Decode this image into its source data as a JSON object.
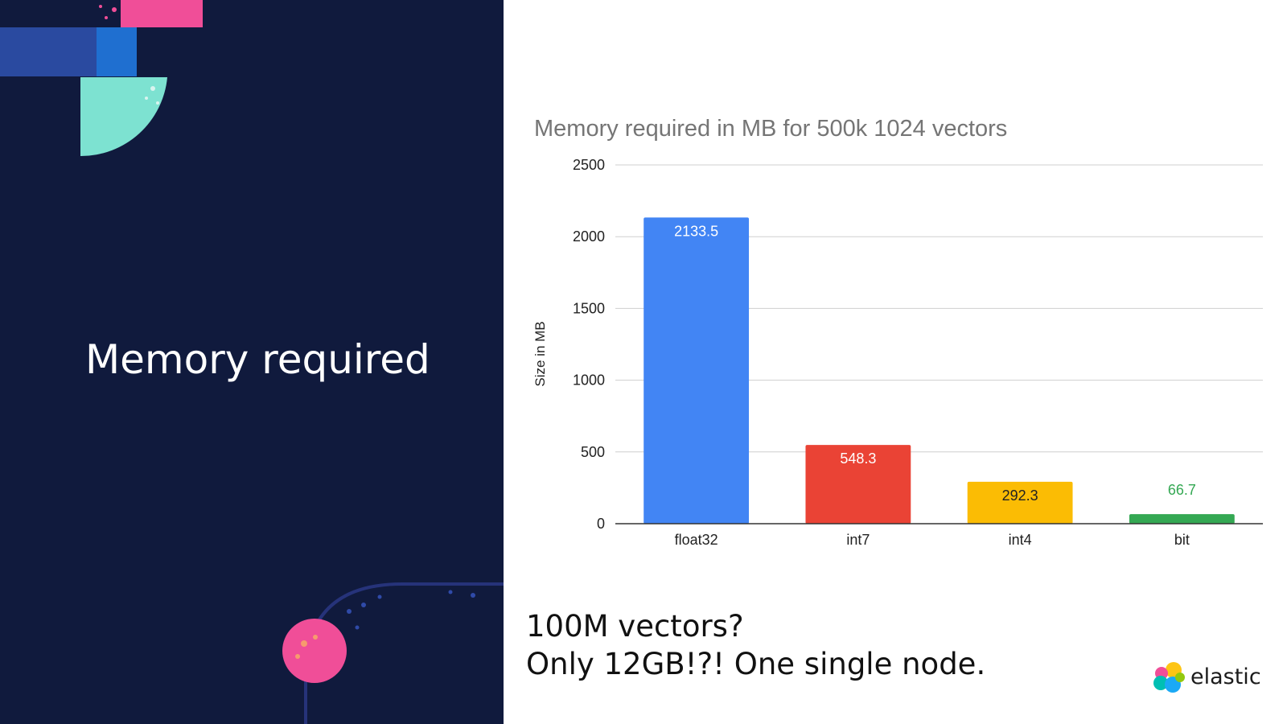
{
  "slide": {
    "title": "Memory required",
    "callout_lines": [
      "100M vectors?",
      "Only 12GB!?! One single node."
    ],
    "brand": "elastic"
  },
  "colors": {
    "panel_background": "#101a3d",
    "float32": "#4285f4",
    "int7": "#ea4335",
    "int4": "#fbbc04",
    "bit": "#34a853"
  },
  "chart_data": {
    "type": "bar",
    "title": "Memory required in MB for 500k 1024 vectors",
    "xlabel": "",
    "ylabel": "Size in MB",
    "ylim": [
      0,
      2500
    ],
    "yticks": [
      0,
      500,
      1000,
      1500,
      2000,
      2500
    ],
    "grid": true,
    "categories": [
      "float32",
      "int7",
      "int4",
      "bit"
    ],
    "values": [
      2133.5,
      548.3,
      292.3,
      66.7
    ],
    "data_labels": [
      "2133.5",
      "548.3",
      "292.3",
      "66.7"
    ],
    "bar_colors": [
      "#4285f4",
      "#ea4335",
      "#fbbc04",
      "#34a853"
    ],
    "label_colors": [
      "#ffffff",
      "#ffffff",
      "#222222",
      "#34a853"
    ]
  }
}
